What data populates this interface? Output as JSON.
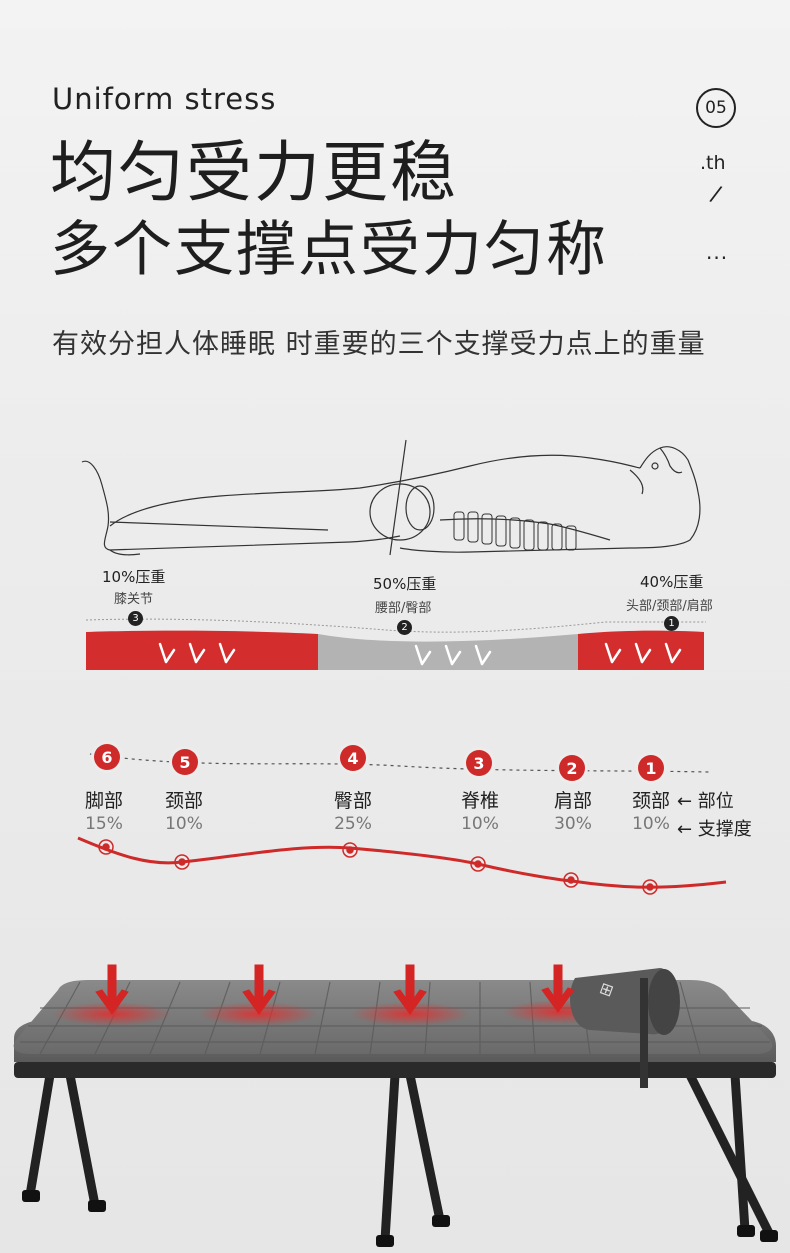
{
  "header": {
    "en_title": "Uniform stress",
    "title_line1": "均匀受力更稳",
    "title_line2": "多个支撑点受力匀称",
    "subtitle": "有效分担人体睡眠 时重要的三个支撑受力点上的重量",
    "section_number": "05",
    "section_suffix": ".th",
    "slash": "/",
    "ellipsis": "..."
  },
  "pressure_diagram": {
    "zones": [
      {
        "percent": "10%压重",
        "part": "膝关节",
        "badge": "3"
      },
      {
        "percent": "50%压重",
        "part": "腰部/臀部",
        "badge": "2"
      },
      {
        "percent": "40%压重",
        "part": "头部/颈部/肩部",
        "badge": "1"
      }
    ],
    "colors": {
      "red": "#d42d2d",
      "gray": "#b3b3b3"
    }
  },
  "support_points": {
    "items": [
      {
        "badge": "6",
        "part": "脚部",
        "percent": "15%"
      },
      {
        "badge": "5",
        "part": "颈部",
        "percent": "10%"
      },
      {
        "badge": "4",
        "part": "臀部",
        "percent": "25%"
      },
      {
        "badge": "3",
        "part": "脊椎",
        "percent": "10%"
      },
      {
        "badge": "2",
        "part": "肩部",
        "percent": "30%"
      },
      {
        "badge": "1",
        "part": "颈部",
        "percent": "10%"
      }
    ],
    "legend_part": "← 部位",
    "legend_support": "← 支撑度",
    "accent": "#cf2a2a"
  },
  "product": {
    "pillow_logo_icon": "brand-logo-icon",
    "arrow_icon": "down-arrow-icon"
  }
}
